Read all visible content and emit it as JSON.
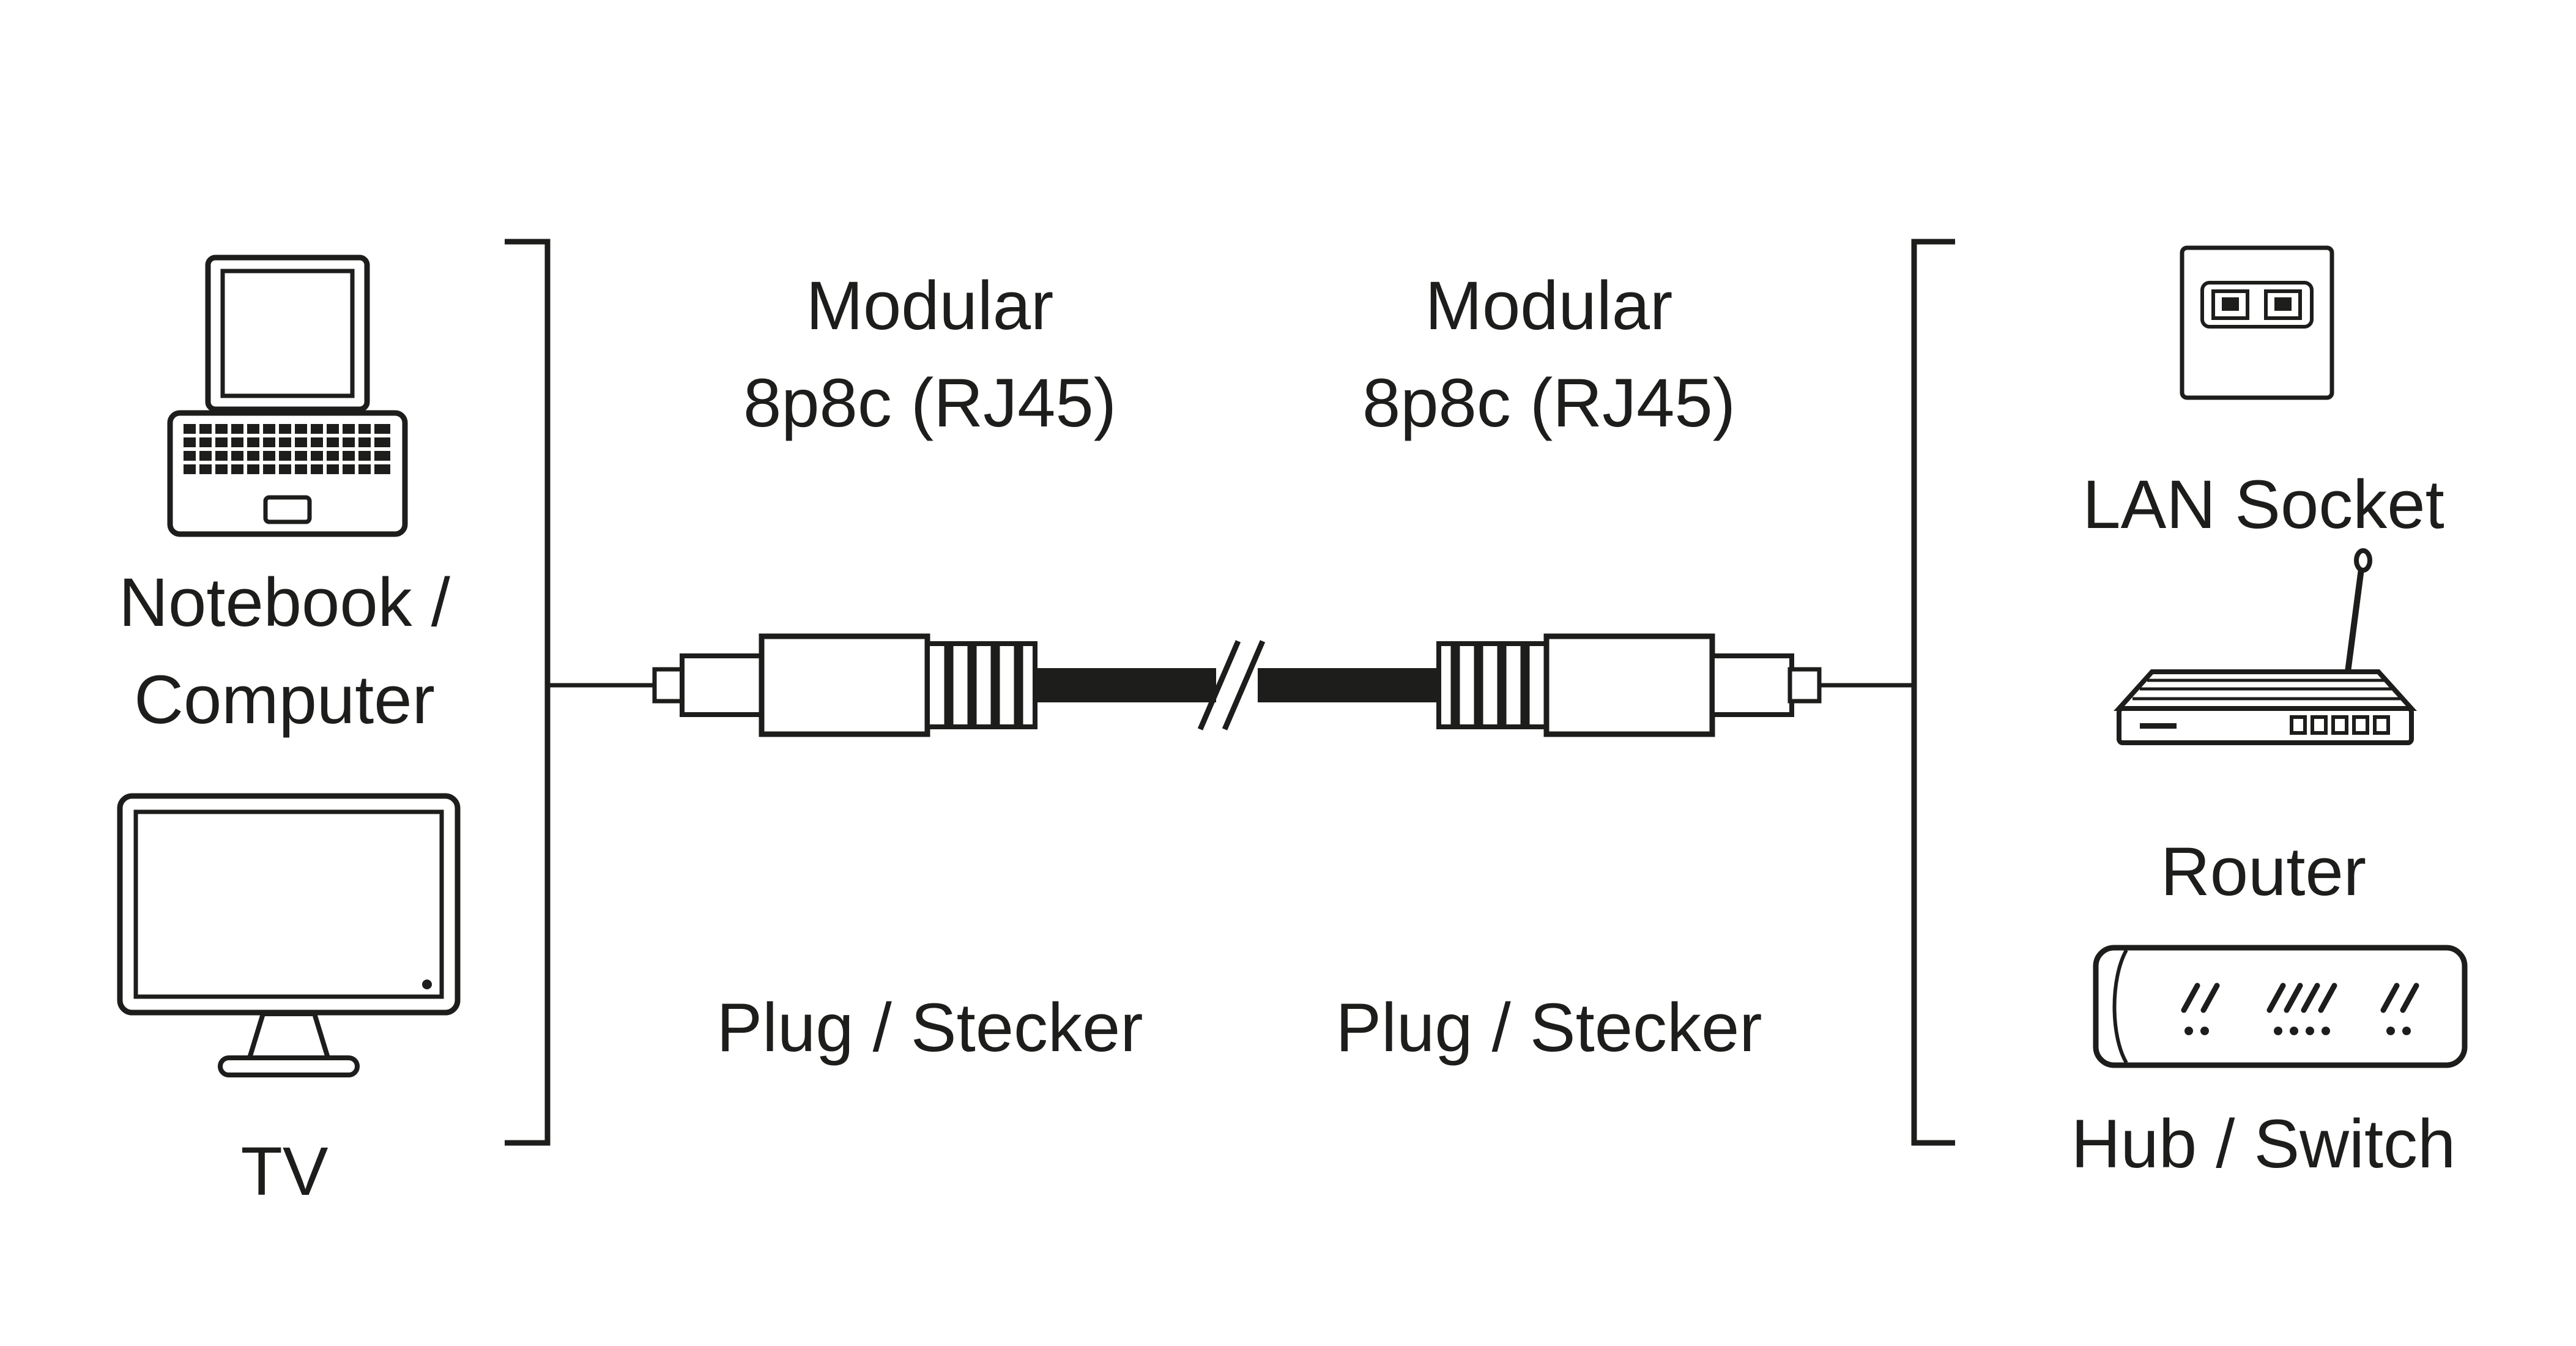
{
  "title": "Network cable connection diagram",
  "colors": {
    "line": "#1d1d1b",
    "text": "#1d1d1b",
    "background": "#ffffff"
  },
  "left_devices": {
    "notebook_label_line1": "Notebook /",
    "notebook_label_line2": "Computer",
    "tv_label": "TV"
  },
  "cable": {
    "left_connector_title_line1": "Modular",
    "left_connector_title_line2": "8p8c (RJ45)",
    "right_connector_title_line1": "Modular",
    "right_connector_title_line2": "8p8c (RJ45)",
    "left_plug_label": "Plug / Stecker",
    "right_plug_label": "Plug / Stecker"
  },
  "right_devices": {
    "lan_socket_label": "LAN Socket",
    "router_label": "Router",
    "hub_switch_label": "Hub / Switch"
  },
  "icons": {
    "left": [
      "notebook-icon",
      "tv-icon"
    ],
    "center": [
      "rj45-plug-left-icon",
      "cable-break-icon",
      "rj45-plug-right-icon"
    ],
    "right": [
      "lan-socket-icon",
      "router-icon",
      "hub-switch-icon"
    ]
  }
}
